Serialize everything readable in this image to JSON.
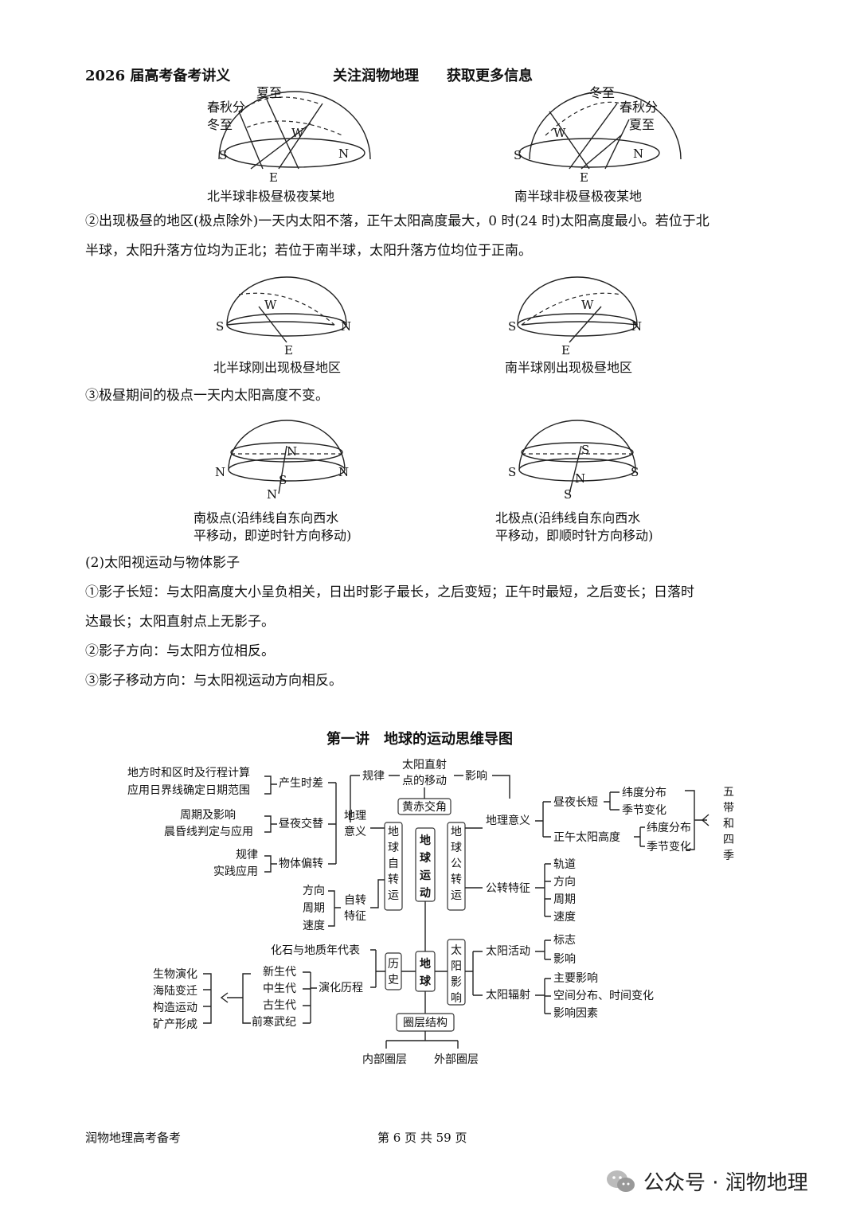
{
  "header": {
    "left": "2026 届高考备考讲义",
    "center1": "关注润物地理",
    "center2": "获取更多信息"
  },
  "fig1": {
    "left": {
      "labels": [
        "夏至",
        "春秋分",
        "冬至",
        "W",
        "S",
        "N",
        "E"
      ],
      "caption": "北半球非极昼极夜某地"
    },
    "right": {
      "labels": [
        "冬至",
        "春秋分",
        "夏至",
        "W",
        "S",
        "N",
        "E"
      ],
      "caption": "南半球非极昼极夜某地"
    }
  },
  "para1": {
    "line1": "②出现极昼的地区(极点除外)一天内太阳不落，正午太阳高度最大，0 时(24 时)太阳高度最小。若位于北",
    "line2": "半球，太阳升落方位均为正北；若位于南半球，太阳升落方位均位于正南。"
  },
  "fig2": {
    "left": {
      "labels": [
        "W",
        "S",
        "N",
        "E"
      ],
      "caption": "北半球刚出现极昼地区"
    },
    "right": {
      "labels": [
        "W",
        "S",
        "N",
        "E"
      ],
      "caption": "南半球刚出现极昼地区"
    }
  },
  "para2": "③极昼期间的极点一天内太阳高度不变。",
  "fig3": {
    "left": {
      "labels": [
        "N",
        "N",
        "N",
        "S",
        "N"
      ],
      "caption1": "南极点(沿纬线自东向西水",
      "caption2": "平移动，即逆时针方向移动)"
    },
    "right": {
      "labels": [
        "S",
        "S",
        "S",
        "N",
        "S"
      ],
      "caption1": "北极点(沿纬线自东向西水",
      "caption2": "平移动，即顺时针方向移动)"
    }
  },
  "section": {
    "title": "(2)太阳视运动与物体影子",
    "l1": "①影子长短：与太阳高度大小呈负相关，日出时影子最长，之后变短；正午时最短，之后变长；日落时",
    "l2": "达最长；太阳直射点上无影子。",
    "l3": "②影子方向：与太阳方位相反。",
    "l4": "③影子移动方向：与太阳视运动方向相反。"
  },
  "mindmap": {
    "title": "第一讲　地球的运动思维导图",
    "center": "地球运动",
    "earth": "地球",
    "rotation": "地球自转运动",
    "revolution": "地球公转运动",
    "ecliptic": "黄赤交角",
    "law": "规律",
    "subsolar1": "太阳直射",
    "subsolar2": "点的移动",
    "influence": "影响",
    "geo_sig_left1": "地理",
    "geo_sig_left2": "意义",
    "left_items": [
      {
        "sub": [
          "地方时和区时及行程计算",
          "应用日界线确定日期范围"
        ],
        "mid": "产生时差"
      },
      {
        "sub": [
          "周期及影响",
          "晨昏线判定与应用"
        ],
        "mid": "昼夜交替"
      },
      {
        "sub": [
          "规律",
          "实践应用"
        ],
        "mid": "物体偏转"
      }
    ],
    "rot_feature": {
      "items": [
        "方向",
        "周期",
        "速度"
      ],
      "label1": "自转",
      "label2": "特征"
    },
    "right_geo": "地理意义",
    "daylen": "昼夜长短",
    "noon": "正午太阳高度",
    "lat_dist": "纬度分布",
    "season_change": "季节变化",
    "five_zones": [
      "五",
      "带",
      "和",
      "四",
      "季"
    ],
    "rev_feature": "公转特征",
    "rev_items": [
      "轨道",
      "方向",
      "周期",
      "速度"
    ],
    "history": "历史",
    "fossil": "化石与地质年代表",
    "evolution": "演化历程",
    "eras": [
      "新生代",
      "中生代",
      "古生代",
      "前寒武纪"
    ],
    "evo_results": [
      "生物演化",
      "海陆变迁",
      "构造运动",
      "矿产形成"
    ],
    "sun_influence": "太阳影响",
    "solar_activity": "太阳活动",
    "activity_items": [
      "标志",
      "影响"
    ],
    "solar_radiation": "太阳辐射",
    "radiation_items": [
      "主要影响",
      "空间分布、时间变化",
      "影响因素"
    ],
    "layers": "圈层结构",
    "inner": "内部圈层",
    "outer": "外部圈层"
  },
  "footer": {
    "left": "润物地理高考备考",
    "page": "第 6 页 共 59 页",
    "watermark": "公众号 · 润物地理"
  }
}
